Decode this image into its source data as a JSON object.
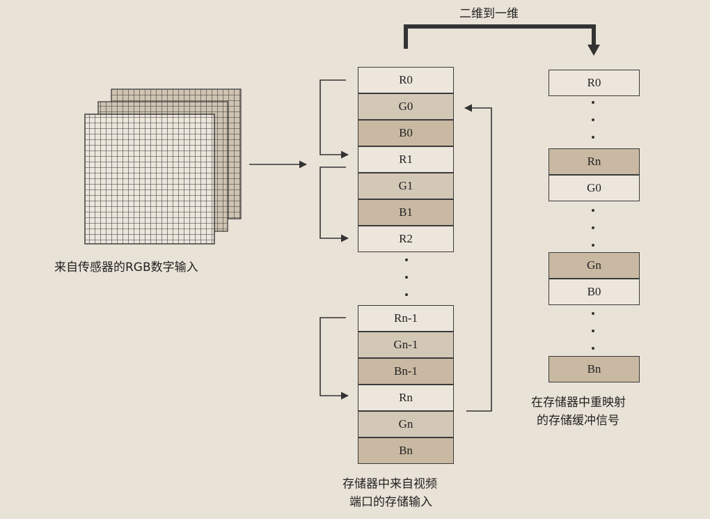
{
  "top_label": "二维到一维",
  "sensor_caption": "来自传感器的RGB数字输入",
  "left_column": {
    "cells_top": [
      "R0",
      "G0",
      "B0",
      "R1",
      "G1",
      "B1",
      "R2"
    ],
    "cells_bottom": [
      "Rn-1",
      "Gn-1",
      "Bn-1",
      "Rn",
      "Gn",
      "Bn"
    ],
    "caption_line1": "存储器中来自视频",
    "caption_line2": "端口的存储输入"
  },
  "right_column": {
    "cells": [
      "R0",
      "Rn",
      "G0",
      "Gn",
      "B0",
      "Bn"
    ],
    "caption_line1": "在存储器中重映射",
    "caption_line2": "的存储缓冲信号"
  },
  "colors": {
    "background": "#e9e2d6",
    "line": "#333333",
    "cell_light": "#ece6dc",
    "cell_dark": "#c9b9a2"
  }
}
